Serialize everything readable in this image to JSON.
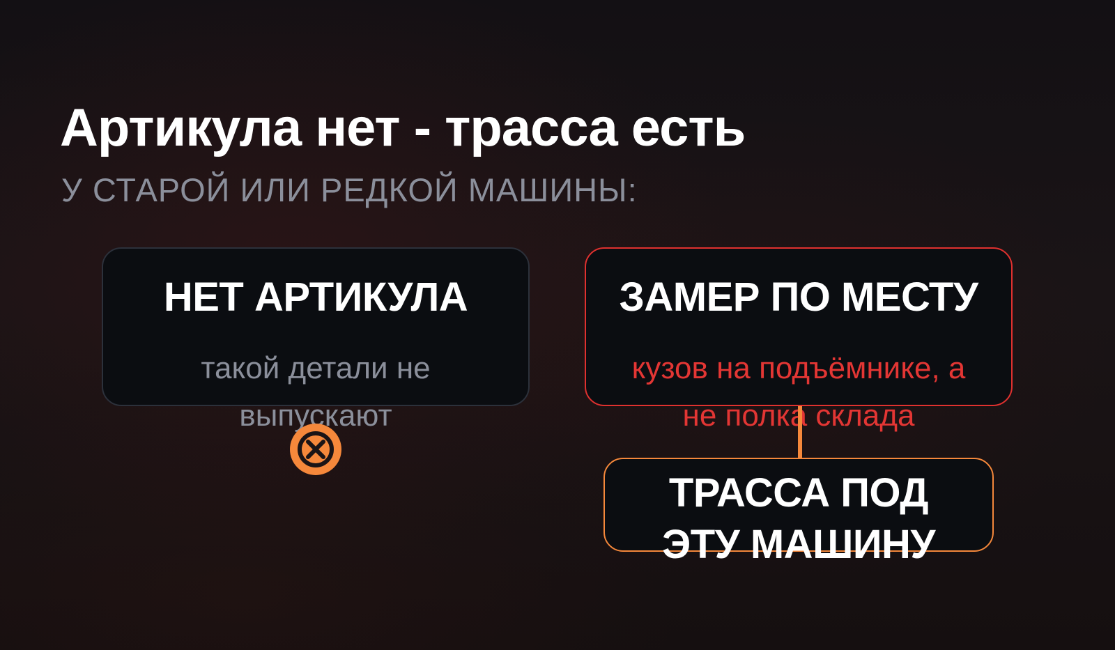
{
  "header": {
    "title": "Артикула нет - трасса есть",
    "subtitle": "У СТАРОЙ ИЛИ РЕДКОЙ МАШИНЫ:"
  },
  "diagram": {
    "left_card": {
      "title": "НЕТ АРТИКУЛА",
      "description": "такой детали не выпускают",
      "icon": "x-circle-icon"
    },
    "right_card": {
      "title": "ЗАМЕР ПО МЕСТУ",
      "description": "кузов на подъёмнике, а не полка склада"
    },
    "bottom_card": {
      "title": "ТРАССА ПОД ЭТУ МАШИНУ"
    }
  },
  "colors": {
    "background": "#151012",
    "card_background": "#0b0d11",
    "neutral_border": "#2c313b",
    "accent_red": "#e0312f",
    "accent_orange": "#f5883b",
    "muted_text": "#8b8f9b"
  }
}
